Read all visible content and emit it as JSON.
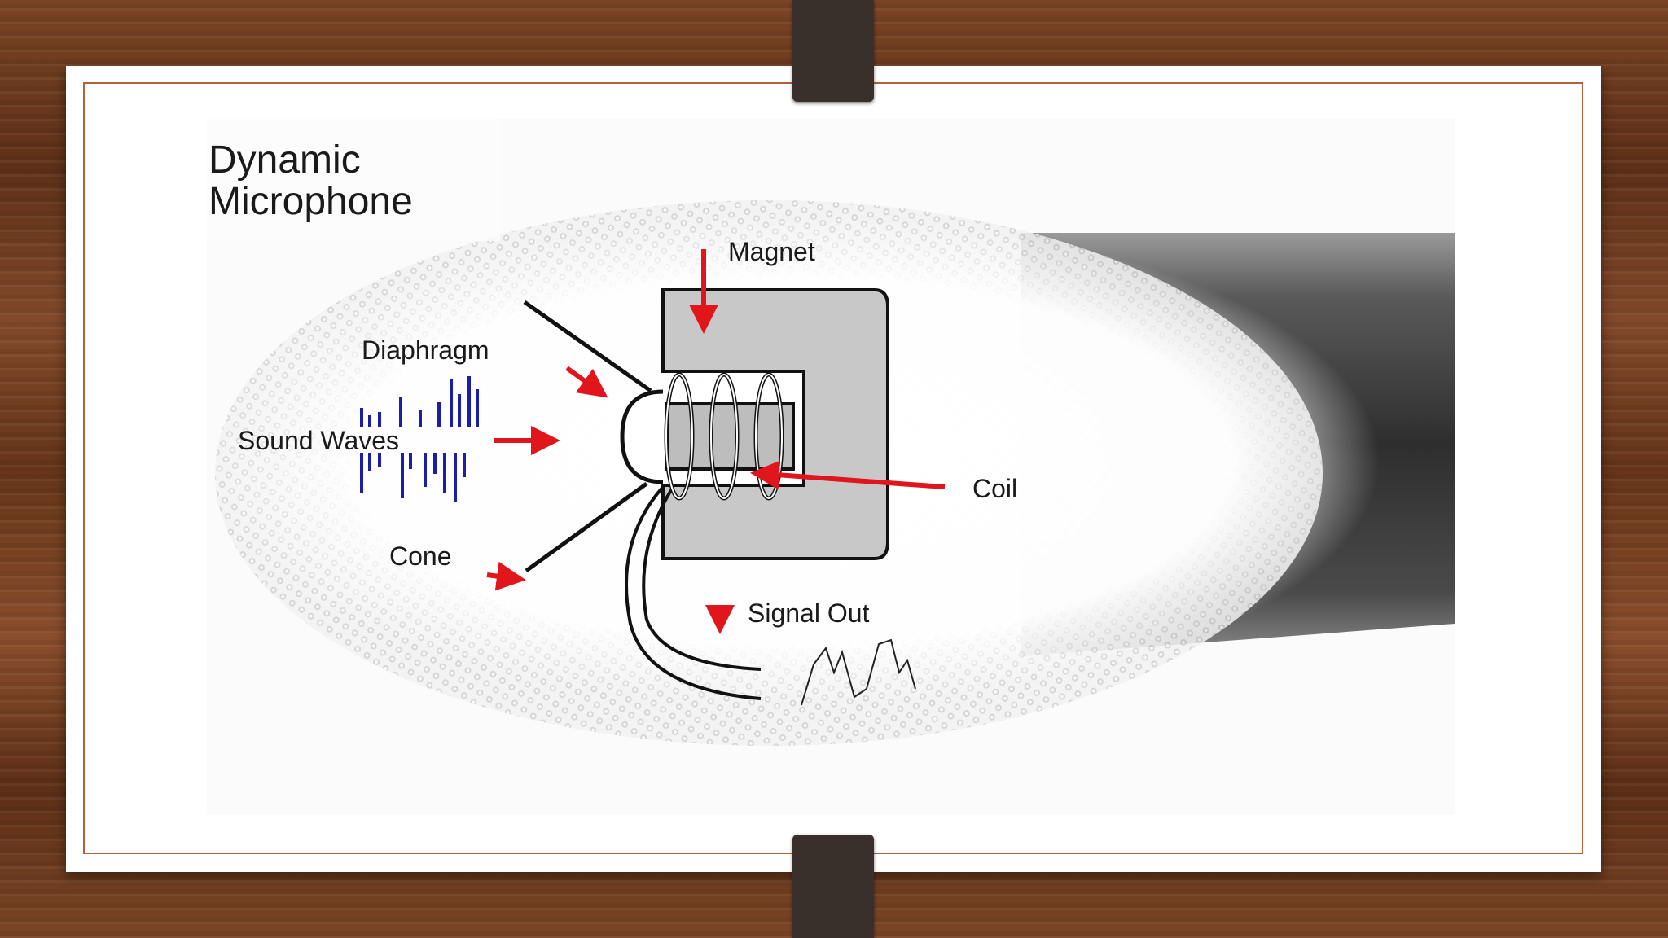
{
  "diagram": {
    "title_line1": "Dynamic",
    "title_line2": "Microphone",
    "labels": {
      "magnet": "Magnet",
      "diaphragm": "Diaphragm",
      "sound_waves": "Sound Waves",
      "coil": "Coil",
      "cone": "Cone",
      "signal_out": "Signal Out"
    }
  },
  "colors": {
    "arrow": "#e0161c",
    "wave": "#1b1fa8",
    "magnet": "#c8c8c8",
    "frame_border": "#b0623a",
    "clip": "#3a302b"
  }
}
